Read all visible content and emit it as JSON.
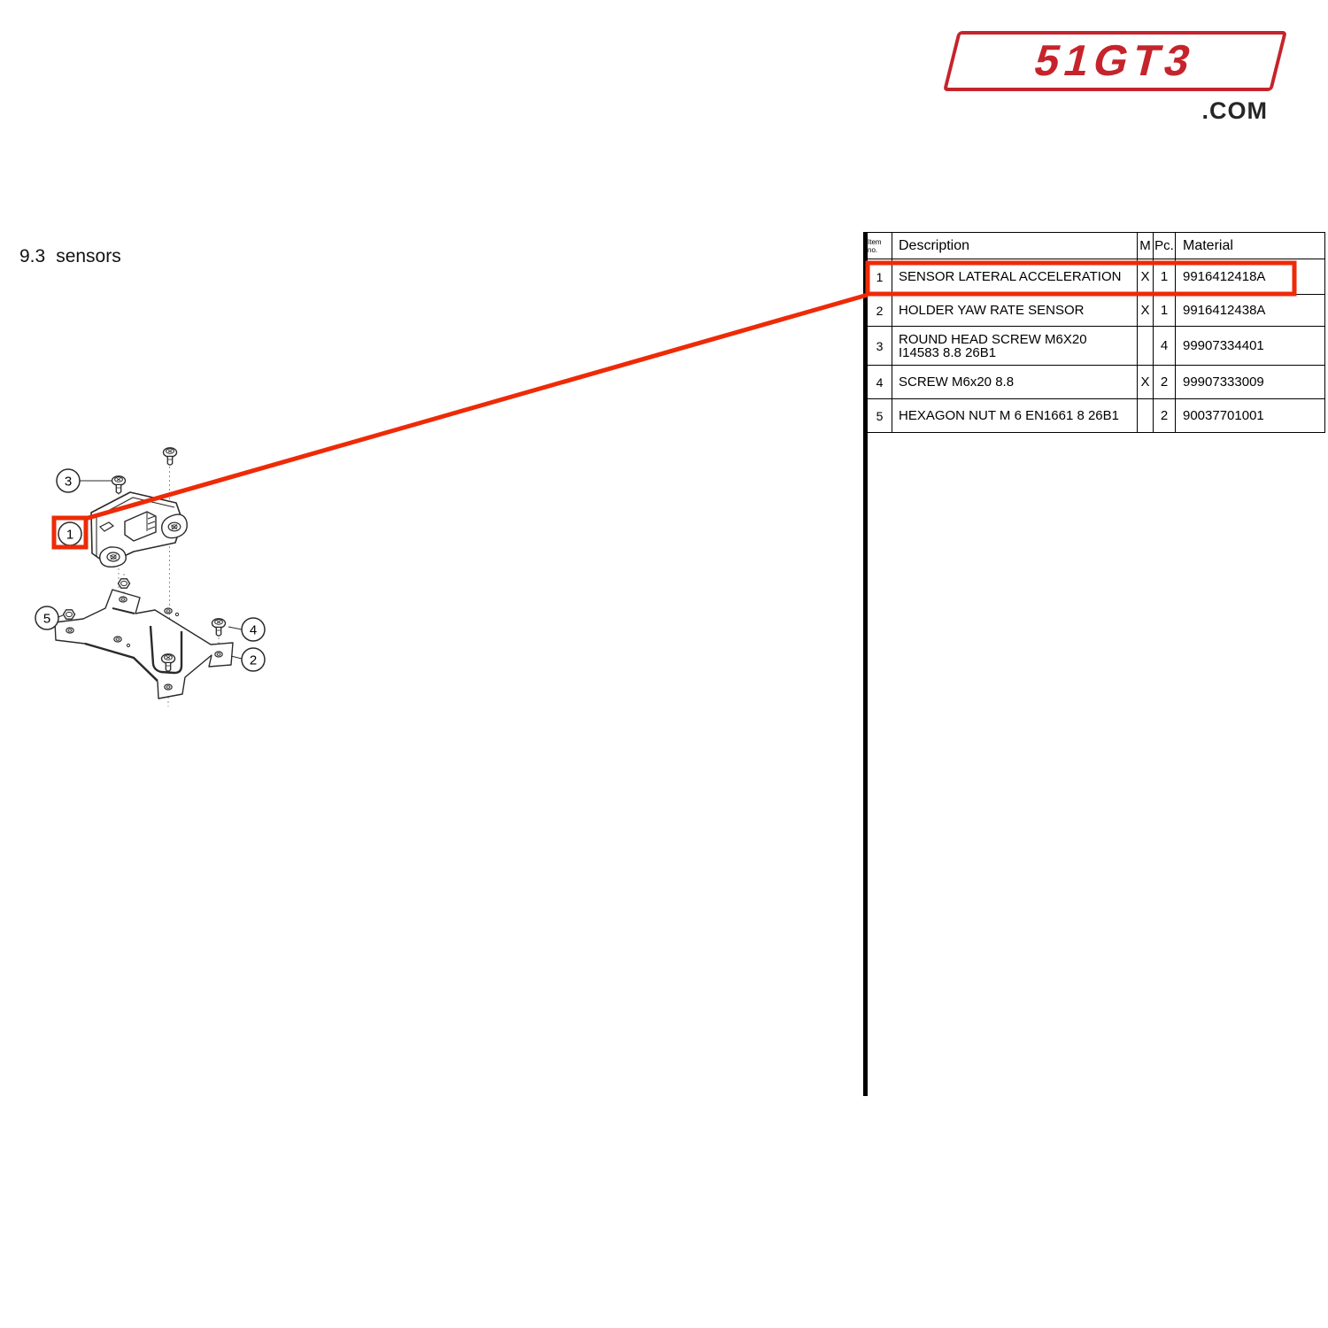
{
  "logo": {
    "brand": "51GT3",
    "tld": ".COM"
  },
  "section": {
    "number": "9.3",
    "title": "sensors"
  },
  "table": {
    "headers": {
      "item": "Item no.",
      "description": "Description",
      "m": "M",
      "pc": "Pc.",
      "material": "Material"
    },
    "rows": [
      {
        "item": "1",
        "description": "SENSOR LATERAL ACCELERATION",
        "m": "X",
        "pc": "1",
        "material": "9916412418A"
      },
      {
        "item": "2",
        "description": "HOLDER YAW RATE SENSOR",
        "m": "X",
        "pc": "1",
        "material": "9916412438A"
      },
      {
        "item": "3",
        "description": "ROUND HEAD SCREW M6X20\nI14583 8.8 26B1",
        "m": "",
        "pc": "4",
        "material": "99907334401"
      },
      {
        "item": "4",
        "description": "SCREW M6x20 8.8",
        "m": "X",
        "pc": "2",
        "material": "99907333009"
      },
      {
        "item": "5",
        "description": "HEXAGON NUT M 6 EN1661 8 26B1",
        "m": "",
        "pc": "2",
        "material": "90037701001"
      }
    ],
    "highlighted_row_item": "1"
  },
  "diagram": {
    "callouts": {
      "c1": "1",
      "c2": "2",
      "c3": "3",
      "c4": "4",
      "c5": "5"
    }
  },
  "colors": {
    "highlight_red": "#ee2a07",
    "brand_red": "#c5242c",
    "tld_gray": "#262626"
  }
}
